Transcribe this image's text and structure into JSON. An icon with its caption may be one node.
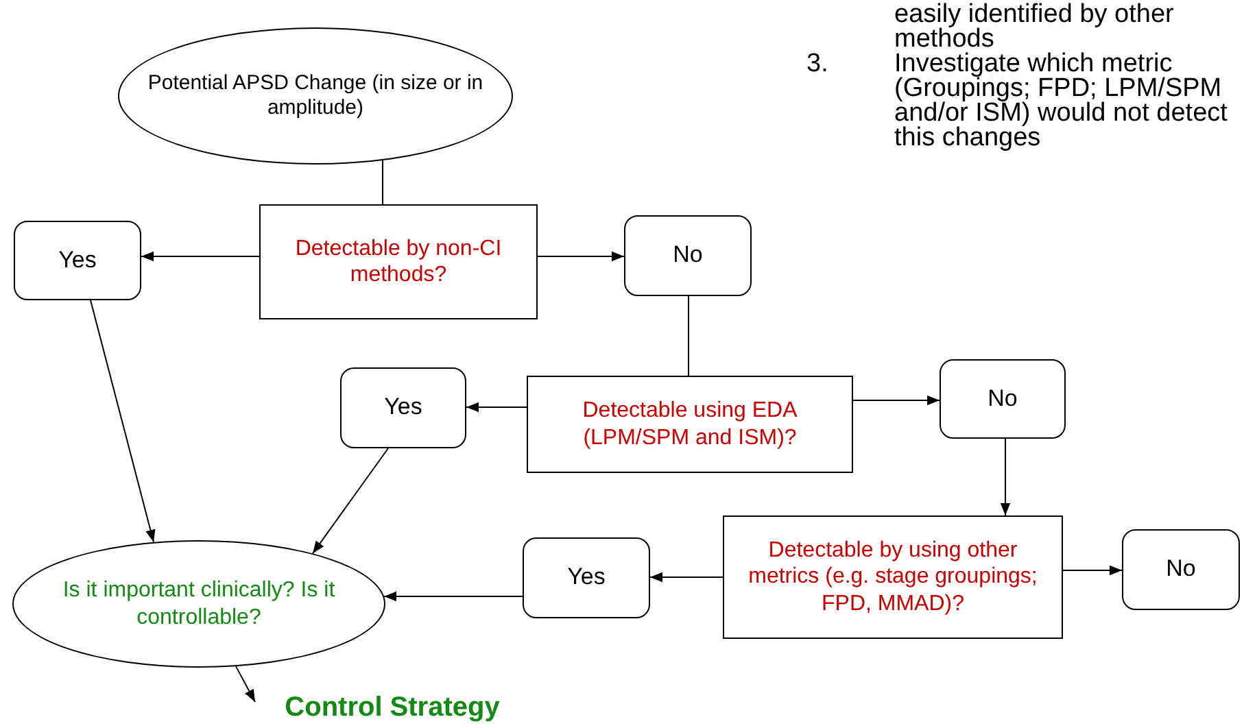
{
  "diagram": {
    "nodes": [
      {
        "text": [
          "Potential APSD Change (in size or in amplitude)"
        ]
      },
      {
        "text": [
          "Detectable by non-CI methods?"
        ]
      },
      {
        "text": [
          "Yes"
        ]
      },
      {
        "text": [
          "No"
        ]
      },
      {
        "text": [
          "Detectable using EDA (LPM/SPM and ISM)?"
        ]
      },
      {
        "text": [
          "Yes"
        ]
      },
      {
        "text": [
          "No"
        ]
      },
      {
        "text": [
          "Detectable by using other metrics (e.g. stage groupings; FPD, MMAD)?"
        ]
      },
      {
        "text": [
          "Yes"
        ]
      },
      {
        "text": [
          "No"
        ]
      },
      {
        "text": [
          "Is it important clinically? Is it controllable?"
        ]
      },
      {
        "text": [
          "Control Strategy"
        ]
      }
    ],
    "edges": [
      {
        "from": 0,
        "to": 1,
        "arrow": "none"
      },
      {
        "from": 1,
        "to": 2,
        "arrow": "to"
      },
      {
        "from": 1,
        "to": 3,
        "arrow": "to"
      },
      {
        "from": 3,
        "to": 4,
        "arrow": "none"
      },
      {
        "from": 4,
        "to": 5,
        "arrow": "to"
      },
      {
        "from": 4,
        "to": 6,
        "arrow": "to"
      },
      {
        "from": 6,
        "to": 7,
        "arrow": "to"
      },
      {
        "from": 7,
        "to": 8,
        "arrow": "to"
      },
      {
        "from": 7,
        "to": 9,
        "arrow": "to"
      },
      {
        "from": 2,
        "to": 10,
        "arrow": "to"
      },
      {
        "from": 5,
        "to": 10,
        "arrow": "to"
      },
      {
        "from": 8,
        "to": 10,
        "arrow": "to"
      },
      {
        "from": 10,
        "to": 11,
        "arrow": "to"
      }
    ],
    "labels": [
      "easily identified by other methods",
      "3.",
      "Investigate which metric (Groupings; FPD; LPM/SPM and/or ISM) would not detect this changes"
    ]
  }
}
